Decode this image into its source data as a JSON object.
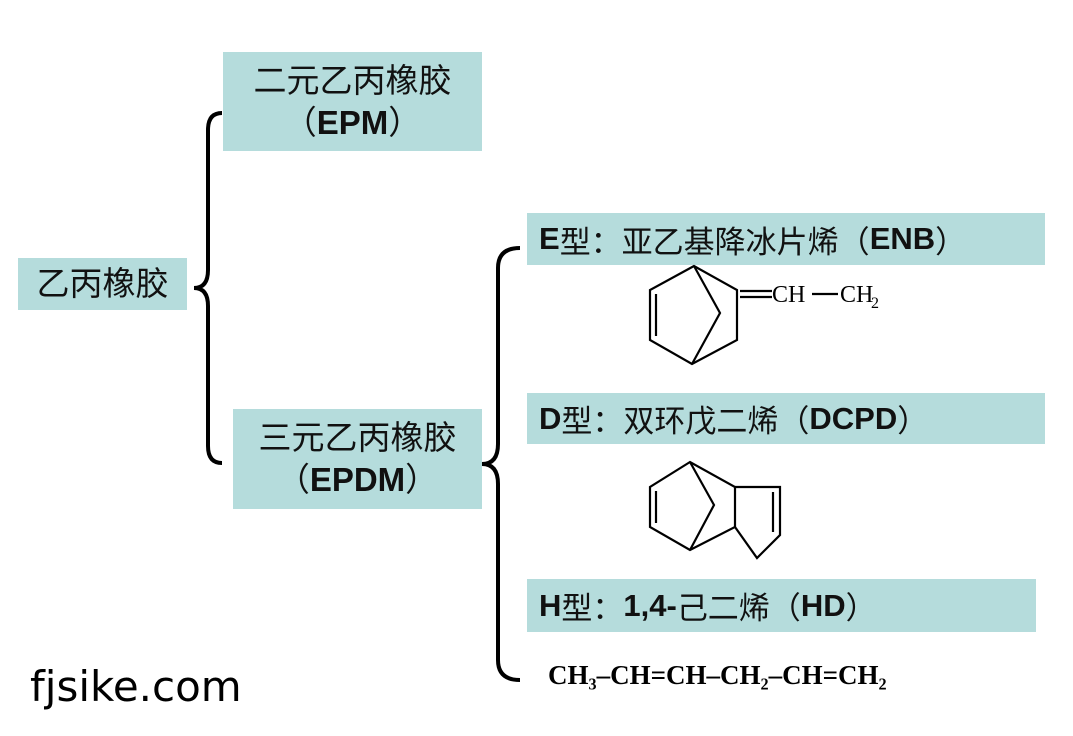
{
  "root": {
    "label": "乙丙橡胶"
  },
  "epm": {
    "line1": "二元乙丙橡胶",
    "line2_open": "（",
    "line2_abbr": "EPM",
    "line2_close": "）"
  },
  "epdm": {
    "line1": "三元乙丙橡胶",
    "line2_open": "（",
    "line2_abbr": "EPDM",
    "line2_close": "）"
  },
  "types": [
    {
      "code": "E",
      "suffix": "型：亚乙基降冰片烯（",
      "abbr": "ENB",
      "close": "）"
    },
    {
      "code": "D",
      "suffix": "型：双环戊二烯（",
      "abbr": "DCPD",
      "close": "）"
    },
    {
      "code": "H",
      "suffix": "型：",
      "num": "1,4-",
      "name": "己二烯（",
      "abbr": "HD",
      "close": "）"
    }
  ],
  "enb_structure": {
    "ch": "CH",
    "ch2": "CH",
    "sub": "2"
  },
  "hd_formula": "CH₃–CH=CH–CH₂–CH=CH₂",
  "watermark": "fjsike.com",
  "colors": {
    "box": "#b5dcdc"
  }
}
